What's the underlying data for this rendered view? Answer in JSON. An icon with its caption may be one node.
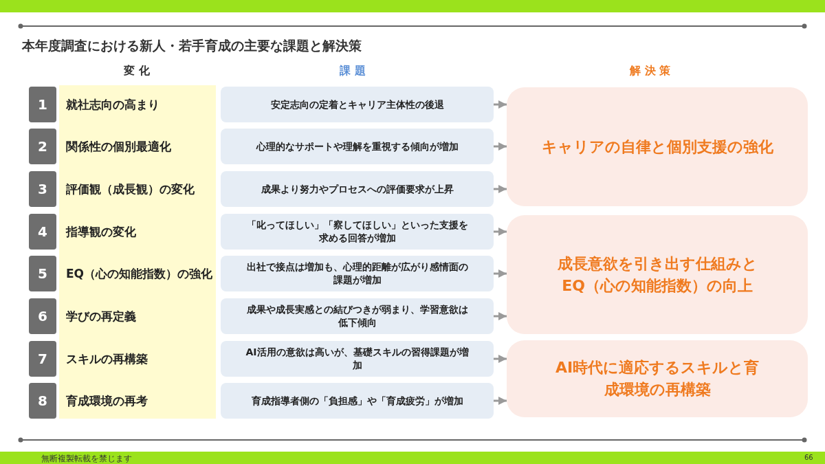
{
  "diagram": {
    "title": "本年度調査における新人・若手育成の主要な課題と解決策",
    "nodes": [
      {
        "text": [
          "1"
        ]
      },
      {
        "text": [
          "就社志向の高まり"
        ]
      },
      {
        "text": [
          "安定志向の定着とキャリア主体性の後退"
        ]
      },
      {
        "text": [
          "2"
        ]
      },
      {
        "text": [
          "関係性の個別最適化"
        ]
      },
      {
        "text": [
          "心理的なサポートや理解を重視する傾向が増加"
        ]
      },
      {
        "text": [
          "3"
        ]
      },
      {
        "text": [
          "評価観（成長観）の変化"
        ]
      },
      {
        "text": [
          "成果より努力やプロセスへの評価要求が上昇"
        ]
      },
      {
        "text": [
          "4"
        ]
      },
      {
        "text": [
          "指導観の変化"
        ]
      },
      {
        "text": [
          "「叱ってほしい」「察してほしい」といった支援を求める回答が増加"
        ]
      },
      {
        "text": [
          "5"
        ]
      },
      {
        "text": [
          "EQ（心の知能指数）の強化"
        ]
      },
      {
        "text": [
          "出社で接点は増加も、心理的距離が広がり感情面の課題が増加"
        ]
      },
      {
        "text": [
          "6"
        ]
      },
      {
        "text": [
          "学びの再定義"
        ]
      },
      {
        "text": [
          "成果や成長実感との結びつきが弱まり、学習意欲は低下傾向"
        ]
      },
      {
        "text": [
          "7"
        ]
      },
      {
        "text": [
          "スキルの再構築"
        ]
      },
      {
        "text": [
          "AI活用の意欲は高いが、基礎スキルの習得課題が増加"
        ]
      },
      {
        "text": [
          "8"
        ]
      },
      {
        "text": [
          "育成環境の再考"
        ]
      },
      {
        "text": [
          "育成指導者側の「負担感」や「育成疲労」が増加"
        ]
      },
      {
        "text": [
          "キャリアの自律と個別支援の強化"
        ]
      },
      {
        "text": [
          "成長意欲を引き出す仕組みとEQ（心の知能指数）の向上"
        ]
      },
      {
        "text": [
          "AI時代に適応するスキルと育成環境の再構築"
        ]
      }
    ],
    "edges": [
      {
        "from": 2,
        "to": 24,
        "arrow": "to"
      },
      {
        "from": 5,
        "to": 24,
        "arrow": "to"
      },
      {
        "from": 8,
        "to": 24,
        "arrow": "to"
      },
      {
        "from": 11,
        "to": 25,
        "arrow": "to"
      },
      {
        "from": 14,
        "to": 25,
        "arrow": "to"
      },
      {
        "from": 17,
        "to": 25,
        "arrow": "to"
      },
      {
        "from": 20,
        "to": 26,
        "arrow": "to"
      },
      {
        "from": 23,
        "to": 26,
        "arrow": "to"
      }
    ],
    "labels": [
      "変 化",
      "課 題",
      "解 決 策",
      "無断複製転載を禁じます",
      "66"
    ]
  }
}
